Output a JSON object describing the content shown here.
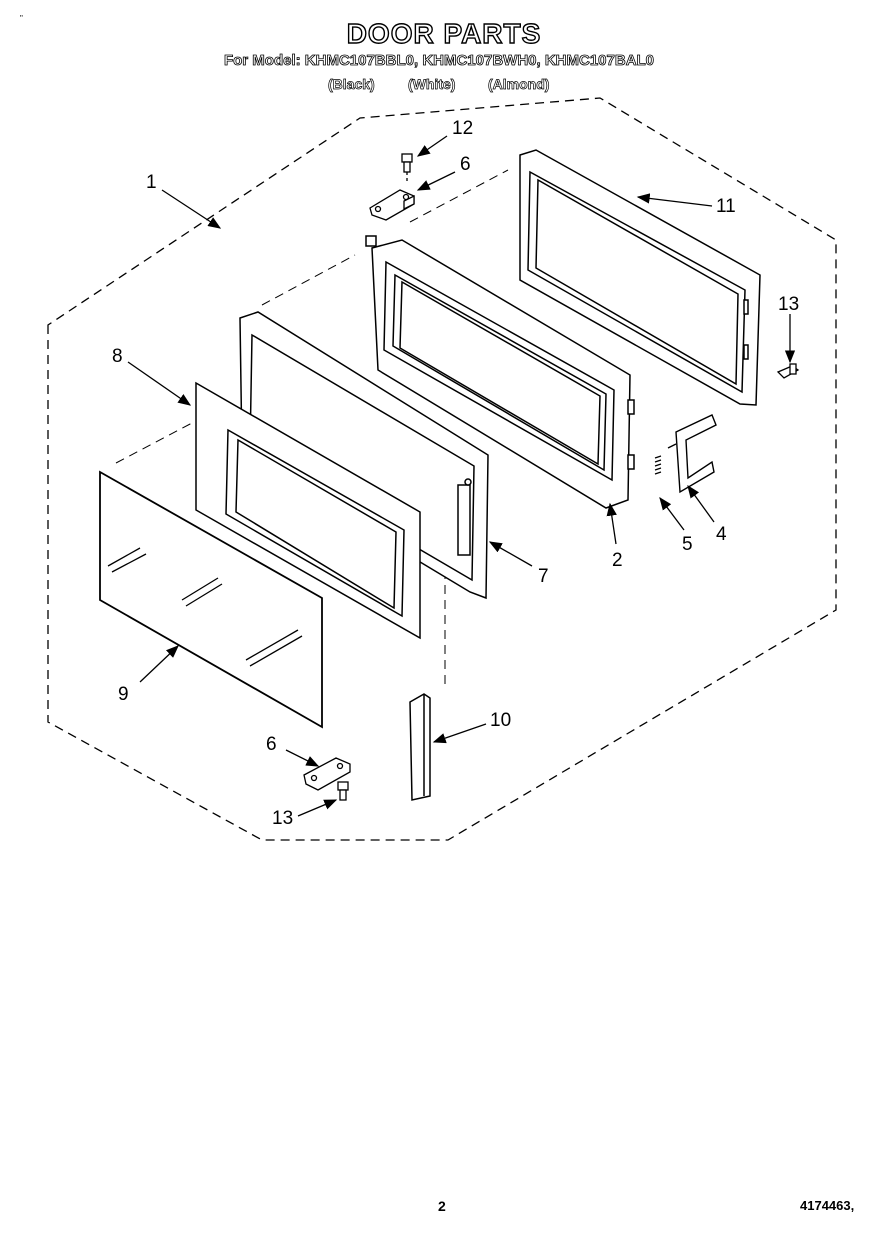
{
  "header": {
    "title": "DOOR PARTS",
    "models": "For Model: KHMC107BBL0, KHMC107BWH0, KHMC107BAL0",
    "colors": [
      "(Black)",
      "(White)",
      "(Almond)"
    ],
    "corner_mark": "\""
  },
  "callouts": [
    {
      "id": "1",
      "label": "1"
    },
    {
      "id": "12",
      "label": "12"
    },
    {
      "id": "6a",
      "label": "6"
    },
    {
      "id": "11",
      "label": "11"
    },
    {
      "id": "13a",
      "label": "13"
    },
    {
      "id": "8",
      "label": "8"
    },
    {
      "id": "4",
      "label": "4"
    },
    {
      "id": "5",
      "label": "5"
    },
    {
      "id": "2",
      "label": "2"
    },
    {
      "id": "7",
      "label": "7"
    },
    {
      "id": "9",
      "label": "9"
    },
    {
      "id": "10",
      "label": "10"
    },
    {
      "id": "6b",
      "label": "6"
    },
    {
      "id": "13b",
      "label": "13"
    }
  ],
  "footer": {
    "page_number": "2",
    "doc_number": "4174463,"
  }
}
